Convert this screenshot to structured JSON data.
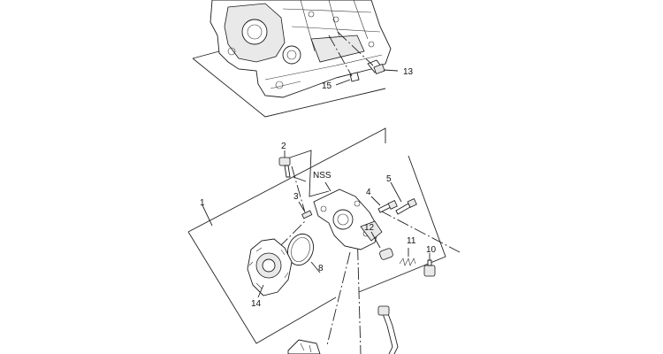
{
  "diagram": {
    "callouts": {
      "c1": "1",
      "c2": "2",
      "c3": "3",
      "c4": "4",
      "c5": "5",
      "c8": "8",
      "c10": "10",
      "c11": "11",
      "c12": "12",
      "c13": "13",
      "c14": "14",
      "c15": "15",
      "nss": "NSS"
    }
  }
}
